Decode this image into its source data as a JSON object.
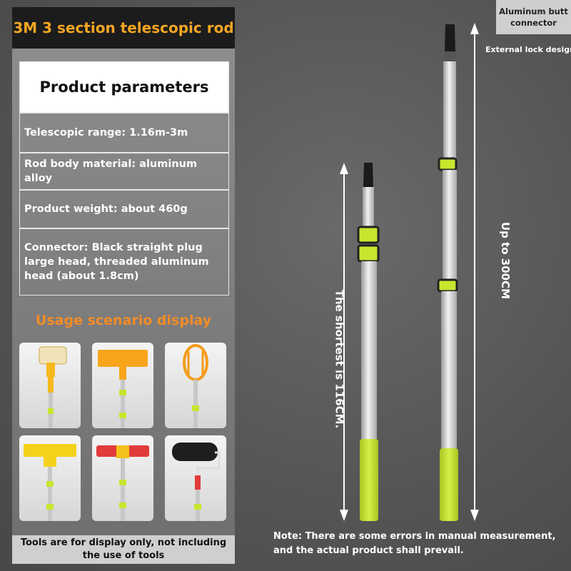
{
  "title": "3M 3 section telescopic rod",
  "parameters": {
    "heading": "Product parameters",
    "rows": [
      "Telescopic range: 1.16m-3m",
      "Rod body material: aluminum alloy",
      "Product weight: about 460g",
      "Connector: Black straight plug large head, threaded aluminum head (about 1.8cm)"
    ]
  },
  "usage": {
    "heading": "Usage scenario display",
    "tiles": [
      "paint-roller-tool",
      "squeegee-tool",
      "fruit-picker-tool",
      "window-scraper-tool",
      "red-squeegee-tool",
      "foam-roller-tool"
    ]
  },
  "footer_note": "Tools are for display only, not including the use of tools",
  "callouts": {
    "aluminum_butt": "Aluminum butt connector",
    "external_lock": "External lock design",
    "shortest": "The shortest is 116CM.",
    "longest": "Up to 300CM"
  },
  "note": "Note: There are some errors in manual measurement, and the actual product shall prevail.",
  "colors": {
    "accent_orange": "#f5a623",
    "usage_orange": "#f28c28",
    "lime_grip": "#c8e62e",
    "title_bg": "#1c1c1c"
  }
}
